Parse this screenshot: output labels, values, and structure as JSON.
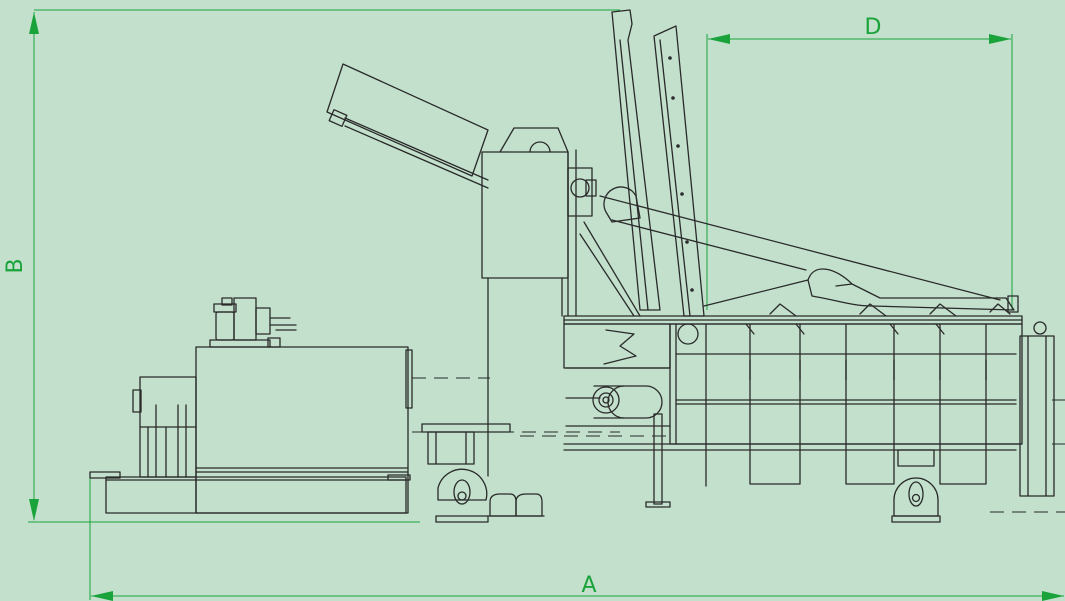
{
  "dimensions": {
    "A": "A",
    "B": "B",
    "D": "D"
  },
  "colors": {
    "background": "#c2e0cc",
    "dimension_lines": "#1aa33a",
    "machine_lines": "#2a2a2a"
  }
}
